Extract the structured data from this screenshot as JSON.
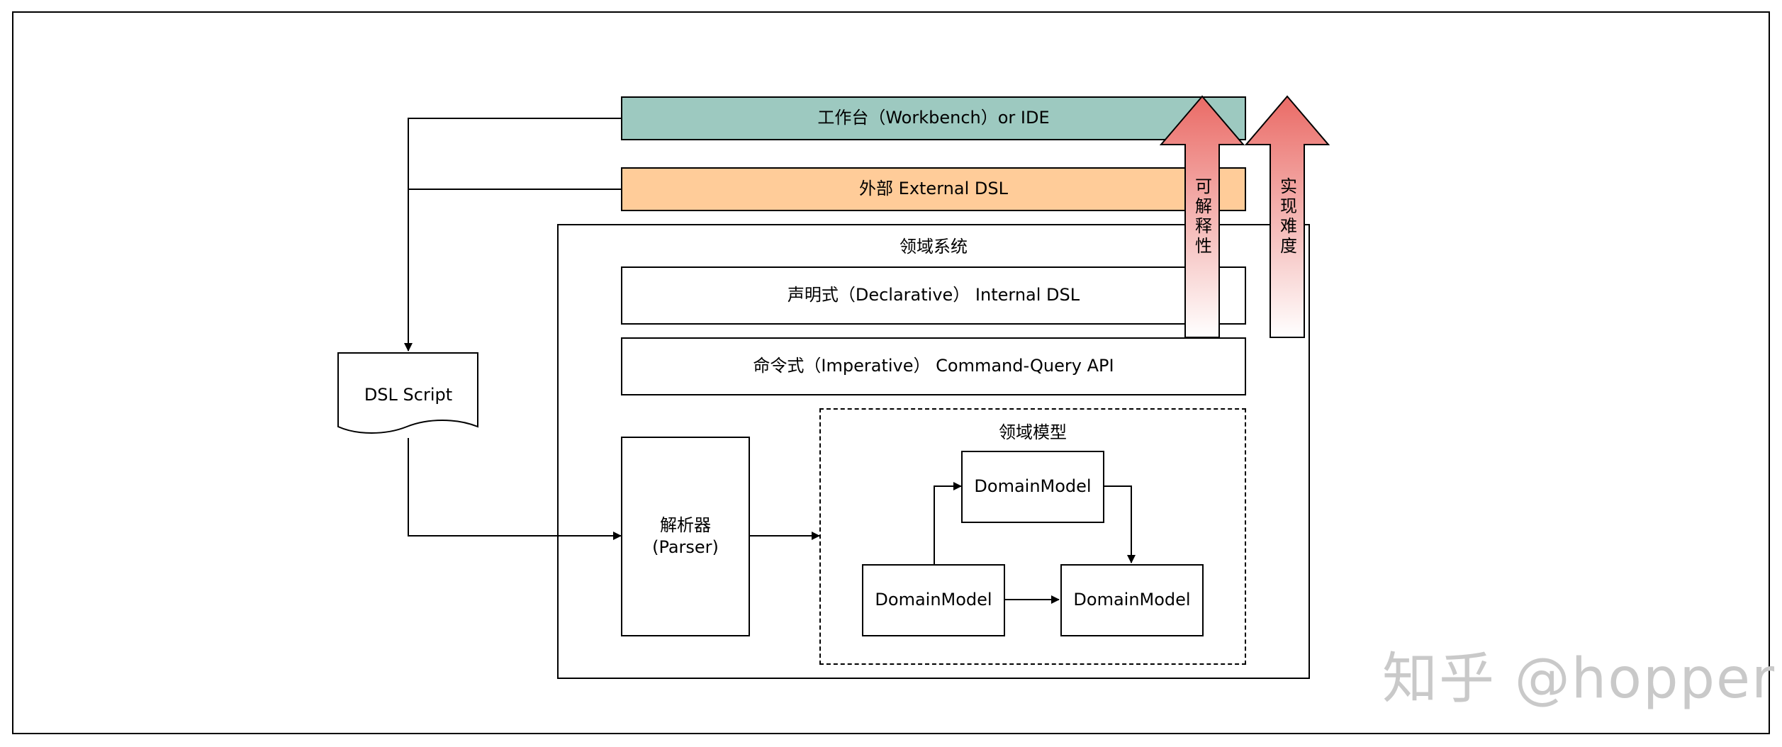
{
  "workbench": {
    "label": "工作台（Workbench）or IDE",
    "color": "#9dc9c0"
  },
  "external_dsl": {
    "label": "外部 External DSL",
    "color": "#ffcc99"
  },
  "domain_system": {
    "title": "领域系统",
    "declarative": "声明式（Declarative） Internal DSL",
    "imperative": "命令式（Imperative） Command-Query API",
    "parser_name": "解析器",
    "parser_sub": "(Parser)",
    "domain_model_group": {
      "title": "领域模型",
      "nodes": [
        "DomainModel",
        "DomainModel",
        "DomainModel"
      ]
    }
  },
  "dsl_script": {
    "label": "DSL Script"
  },
  "arrows": {
    "interpretability": "可解释性",
    "difficulty": "实现难度",
    "gradient_top": "#ea6b66",
    "gradient_bottom": "#ffffff"
  },
  "watermark": "知乎 @hopper"
}
